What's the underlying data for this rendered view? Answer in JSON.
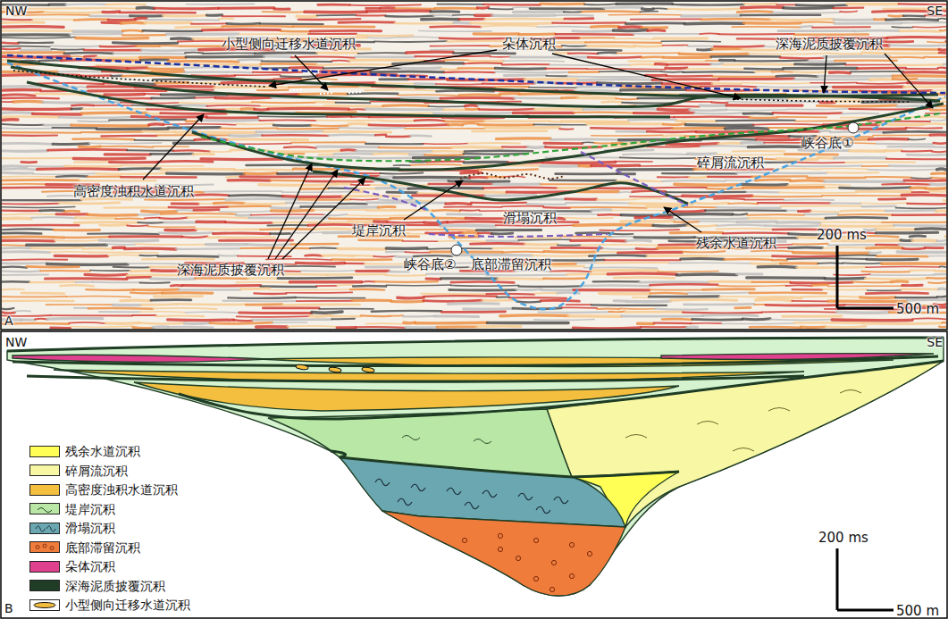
{
  "diagram": {
    "labels": [
      "NW",
      "SE",
      "A",
      "小型侧向迁移水道沉积",
      "朵体沉积",
      "深海泥质披覆沉积",
      "高密度浊积水道沉积",
      "碎屑流沉积",
      "峡谷底①",
      "堤岸沉积",
      "滑塌沉积",
      "残余水道沉积",
      "深海泥质披覆沉积",
      "峡谷底②",
      "底部滞留沉积",
      "200 ms",
      "500 m",
      "NW",
      "SE",
      "B",
      "200 ms",
      "500 m"
    ],
    "legend": [
      {
        "text": "残余水道沉积",
        "color": "#ffff55"
      },
      {
        "text": "碎屑流沉积",
        "color": "#f8f7a4"
      },
      {
        "text": "高密度浊积水道沉积",
        "color": "#f4be3e"
      },
      {
        "text": "堤岸沉积"
      },
      {
        "text": "滑塌沉积"
      },
      {
        "text": "底部滞留沉积"
      },
      {
        "text": "朵体沉积",
        "color": "#e0418f"
      },
      {
        "text": "深海泥质披覆沉积",
        "color": "#1f3d24"
      },
      {
        "text": "小型侧向迁移水道沉积"
      }
    ]
  }
}
